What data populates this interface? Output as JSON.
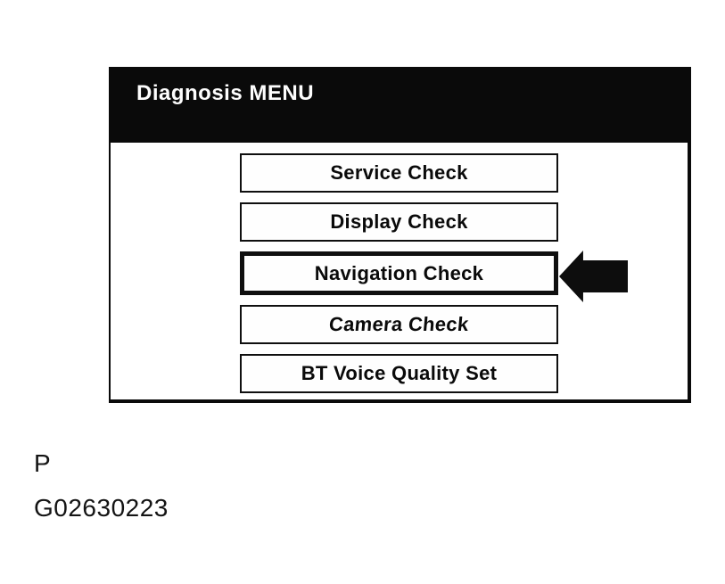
{
  "screen": {
    "title": "Diagnosis MENU"
  },
  "menu": {
    "items": [
      {
        "label": "Service Check",
        "selected": false
      },
      {
        "label": "Display Check",
        "selected": false
      },
      {
        "label": "Navigation Check",
        "selected": true
      },
      {
        "label": "Camera Check",
        "selected": false
      },
      {
        "label": "BT Voice Quality Set",
        "selected": false
      }
    ],
    "selected_item": "Navigation Check"
  },
  "indicator": {
    "type": "left-arrow",
    "points_to": "Navigation Check"
  },
  "captions": {
    "page_marker": "P",
    "figure_id": "G02630223"
  },
  "colors": {
    "header_bg": "#0a0a0a",
    "header_text": "#fdfdfd",
    "panel_bg": "#ffffff",
    "button_border": "#0f0f0f",
    "button_text": "#0a0a0a",
    "arrow": "#0d0d0d"
  }
}
